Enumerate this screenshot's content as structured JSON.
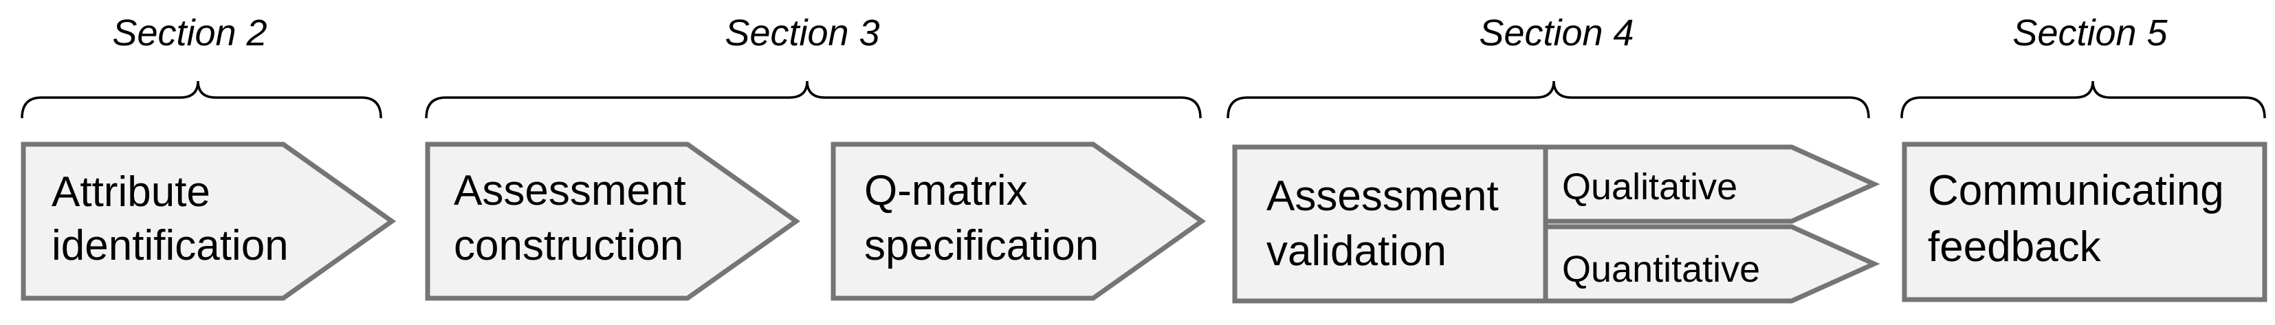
{
  "sections": [
    {
      "label": "Section 2"
    },
    {
      "label": "Section 3"
    },
    {
      "label": "Section 4"
    },
    {
      "label": "Section 5"
    }
  ],
  "steps": {
    "attribute_identification": {
      "line1": "Attribute",
      "line2": "identification"
    },
    "assessment_construction": {
      "line1": "Assessment",
      "line2": "construction"
    },
    "qmatrix_specification": {
      "line1": "Q-matrix",
      "line2": "specification"
    },
    "assessment_validation": {
      "line1": "Assessment",
      "line2": "validation",
      "qualitative": "Qualitative",
      "quantitative": "Quantitative"
    },
    "communicating_feedback": {
      "line1": "Communicating",
      "line2": "feedback"
    }
  },
  "colors": {
    "fill": "#f2f2f2",
    "stroke": "#757575",
    "text": "#000000"
  }
}
